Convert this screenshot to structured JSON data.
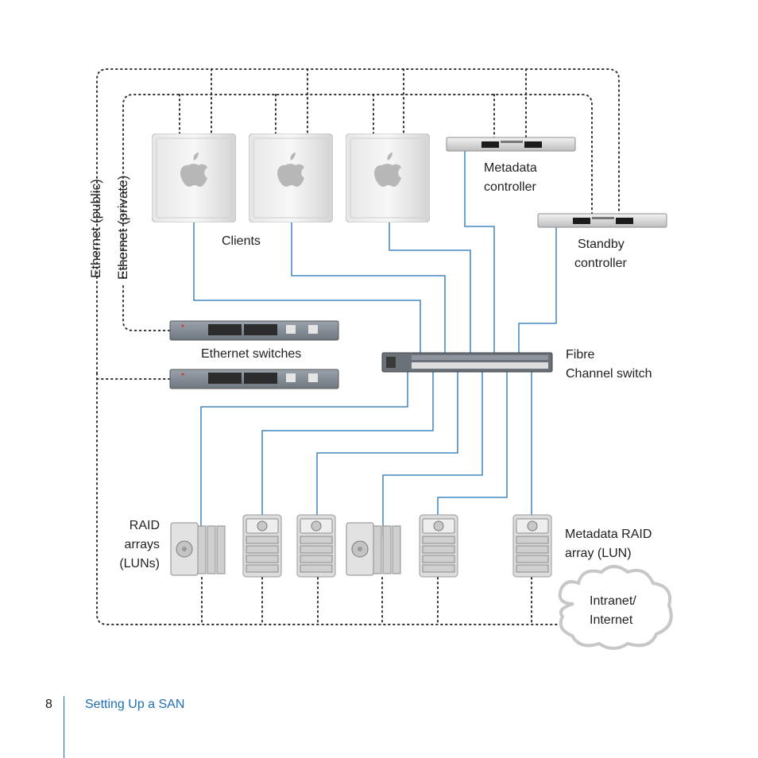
{
  "diagram": {
    "labels": {
      "ethernet_public": "Ethernet (public)",
      "ethernet_private": "Ethernet (private)",
      "clients": "Clients",
      "metadata_controller": [
        "Metadata",
        "controller"
      ],
      "standby_controller": [
        "Standby",
        "controller"
      ],
      "ethernet_switches": "Ethernet switches",
      "fibre_channel_switch": [
        "Fibre",
        "Channel switch"
      ],
      "raid_arrays": [
        "RAID",
        "arrays",
        "(LUNs)"
      ],
      "metadata_raid": [
        "Metadata RAID",
        "array (LUN)"
      ],
      "intranet": [
        "Intranet/",
        "Internet"
      ]
    },
    "colors": {
      "fibre_link": "#1f6fb5",
      "ethernet_link": "#333333",
      "device_silver": "#d9d9d9"
    },
    "icons": {
      "client": "mac-pro-icon",
      "server": "rack-server-icon",
      "ethernet_switch": "ethernet-switch-icon",
      "fibre_switch": "fibre-channel-switch-icon",
      "raid": "raid-array-icon",
      "cloud": "cloud-icon"
    }
  },
  "footer": {
    "page_number": "8",
    "section_title": "Setting Up a SAN"
  }
}
